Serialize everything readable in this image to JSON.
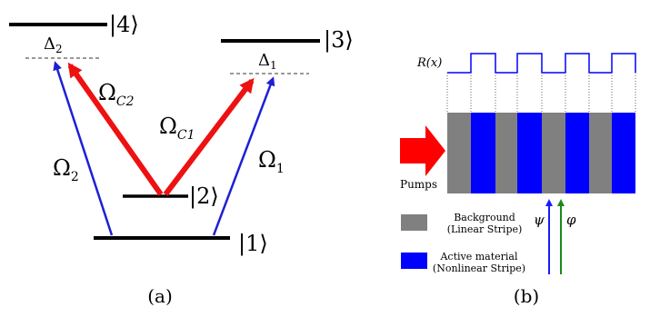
{
  "panel_a": {
    "levels": {
      "ket1": "|1⟩",
      "ket2": "|2⟩",
      "ket3": "|3⟩",
      "ket4": "|4⟩"
    },
    "detunings": {
      "delta1": "Δ",
      "delta1_sub": "1",
      "delta2": "Δ",
      "delta2_sub": "2"
    },
    "fields": {
      "omega1": "Ω",
      "omega1_sub": "1",
      "omega2": "Ω",
      "omega2_sub": "2",
      "omegac1": "Ω",
      "omegac1_sub": "C1",
      "omegac2": "Ω",
      "omegac2_sub": "C2"
    },
    "caption": "(a)",
    "colors": {
      "probe": "#1f1fd6",
      "coupling": "#ee1111",
      "level": "#000000"
    }
  },
  "panel_b": {
    "profile_label": "R(x)",
    "pumps_label": "Pumps",
    "psi_label": "ψ",
    "phi_label": "φ",
    "legend": {
      "background_line1": "Background",
      "background_line2": "(Linear Stripe)",
      "active_line1": "Active material",
      "active_line2": "(Nonlinear Stripe)"
    },
    "caption": "(b)",
    "colors": {
      "background_stripe": "#808080",
      "active_stripe": "#0000ff",
      "pump_arrow": "#ff0000",
      "psi_arrow": "#1a1aff",
      "phi_arrow": "#1a8a1a",
      "profile_line": "#0000ff"
    }
  }
}
